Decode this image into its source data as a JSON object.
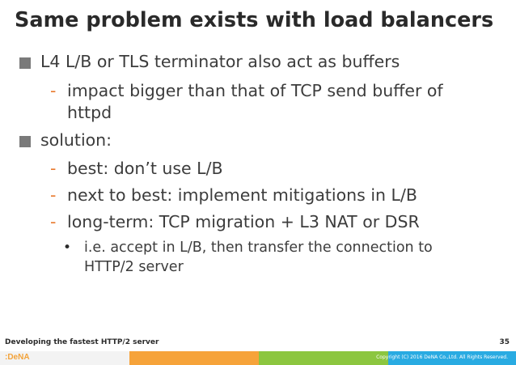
{
  "slide": {
    "title": "Same problem exists with load balancers",
    "bullets": [
      "L4 L/B or TLS terminator also act as buffers",
      "impact bigger than that of TCP send buffer of",
      "httpd",
      "solution:",
      "best: don’t use L/B",
      "next to best: implement mitigations in L/B",
      "long-term: TCP migration + L3 NAT or DSR",
      "i.e. accept in L/B, then transfer the connection to",
      "HTTP/2 server"
    ],
    "dash": "-",
    "dot": "•"
  },
  "footer": {
    "left": "Developing the fastest HTTP/2 server",
    "page_number": "35",
    "logo": ":DeNA",
    "copyright": "Copyright (C) 2016 DeNA Co.,Ltd. All Rights Reserved."
  },
  "colors": {
    "stripe": [
      "#f3f3f3",
      "#f6a33a",
      "#8cc63f",
      "#29abe2",
      "#f6a33a"
    ]
  }
}
